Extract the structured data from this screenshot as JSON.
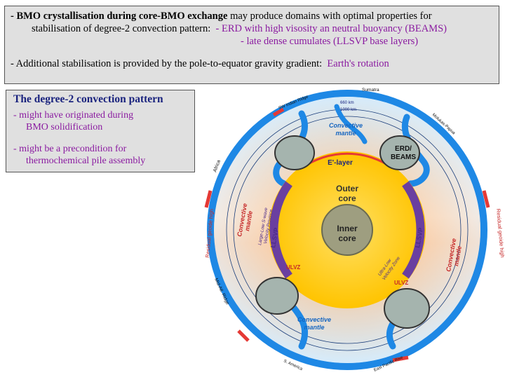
{
  "top": {
    "line1_lead": "- BMO crystallisation during core-BMO exchange",
    "line1_rest": " may produce domains with optimal properties for",
    "line2_lead": "stabilisation of degree-2 convection pattern:",
    "line2_item": "- ERD with high visosity an neutral buoyancy (BEAMS)",
    "line3_item": "- late dense cumulates (LLSVP base layers)",
    "line4_lead": "- Additional stabilisation is provided by the pole-to-equator gravity gradient:",
    "line4_item": "Earth's rotation"
  },
  "left": {
    "title": "The degree-2 convection pattern",
    "point1": "- might have originated during",
    "point1_cont": "BMO solidification",
    "point2": "- might be a precondition for",
    "point2_cont": "thermochemical pile assembly"
  },
  "figure": {
    "inner_core": [
      "Inner",
      "core"
    ],
    "outer_core": [
      "Outer",
      "core"
    ],
    "e_layer": "E'-layer",
    "erd": [
      "ERD/",
      "BEAMS"
    ],
    "convective_top": [
      "Convective",
      "mantle"
    ],
    "convective_bottom": [
      "Convective",
      "mantle"
    ],
    "convective_left": [
      "Convective",
      "mantle"
    ],
    "convective_right": [
      "Convective",
      "mantle"
    ],
    "llsvp": "LLSVP",
    "ulvz": "ULVZ",
    "depth_660": "660 km",
    "depth_1000": "1000 km",
    "large_low": "Large-Low S-wave",
    "velocity": "Velocity Province",
    "ultra_low": "Ultra-Low",
    "velocity_zone": "Velocity Zone",
    "residual_left": "Residual geoide high",
    "residual_right": "Residual geoide high",
    "sumatra": "Sumatra",
    "sw_indian": "SW Indian Ridge",
    "molukas": "Molukas-Papua",
    "africa": "Africa",
    "mid_atl": "Mid-Atl. Ridge",
    "s_america": "S. America",
    "east_pacific": "East Pacific Rise"
  },
  "colors": {
    "purple_text": "#8a1aa0",
    "title_blue": "#1a237e",
    "mantle_blue": "#2196f3",
    "core_yellow": "#ffd400",
    "llsvp_purple": "#6a3fa0"
  }
}
